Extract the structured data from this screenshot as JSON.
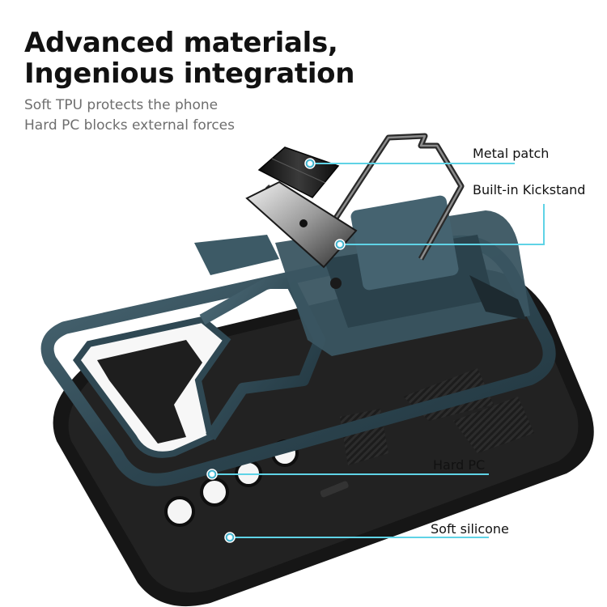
{
  "headline": {
    "line1": "Advanced materials,",
    "line2": "Ingenious integration"
  },
  "subtitle": {
    "line1": "Soft TPU protects the phone",
    "line2": "Hard PC blocks external forces"
  },
  "callouts": [
    {
      "label": "Metal patch"
    },
    {
      "label": "Built-in Kickstand"
    },
    {
      "label": "Hard PC"
    },
    {
      "label": "Soft silicone"
    }
  ],
  "colors": {
    "accent_line": "#5fd3e6",
    "hard_pc": "#34505c",
    "soft_silicone": "#161616",
    "background": "#ffffff"
  }
}
